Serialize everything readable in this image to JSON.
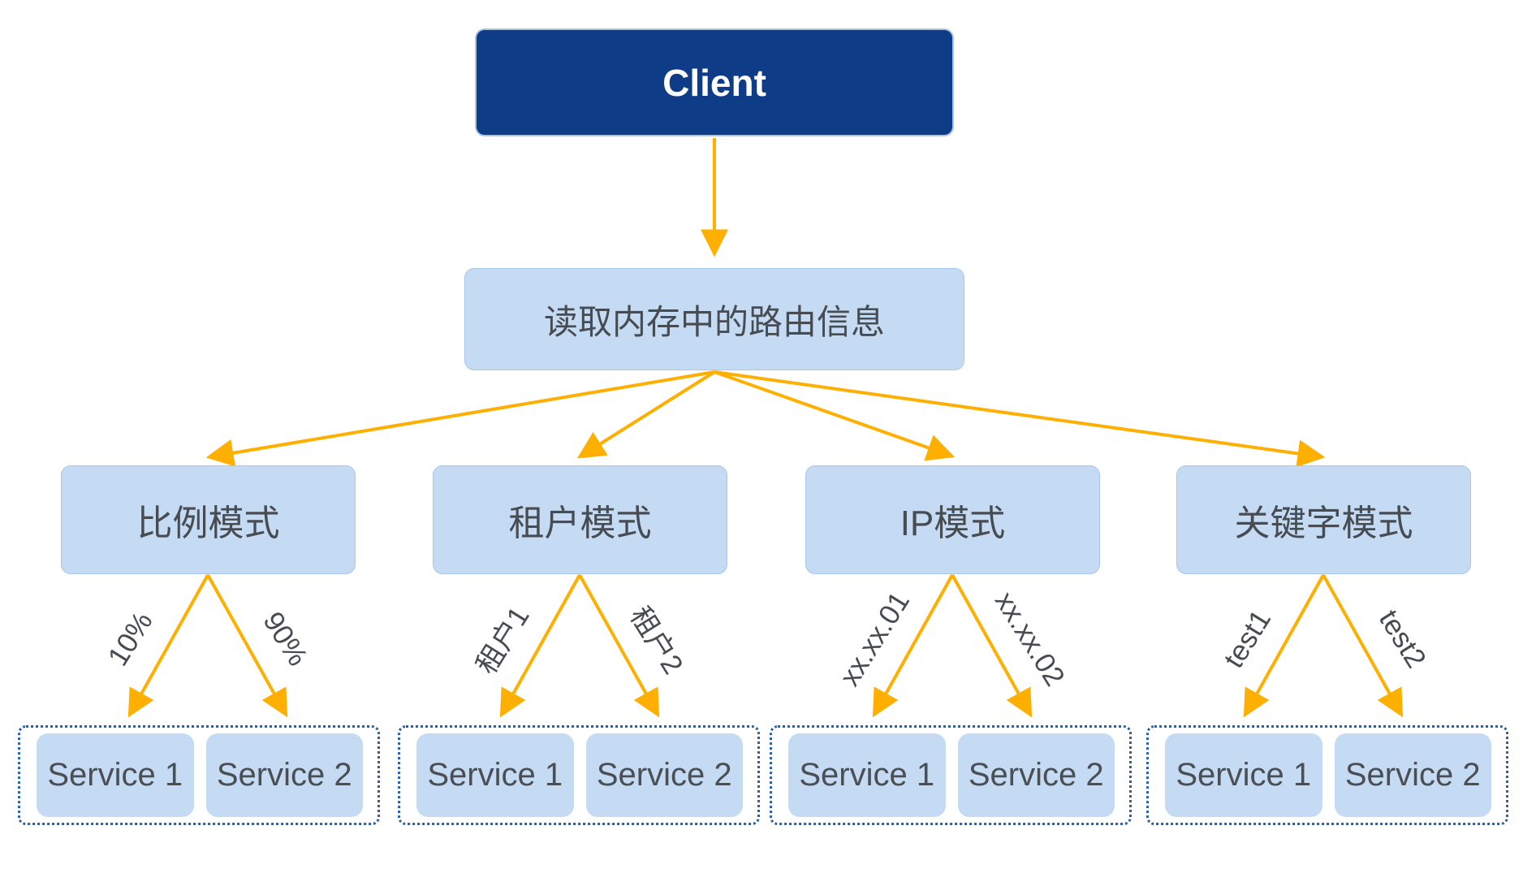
{
  "diagram": {
    "client": {
      "label": "Client"
    },
    "router": {
      "label": "读取内存中的路由信息"
    },
    "modes": [
      {
        "label": "比例模式",
        "edges": [
          "10%",
          "90%"
        ],
        "services": [
          "Service 1",
          "Service 2"
        ]
      },
      {
        "label": "租户模式",
        "edges": [
          "租户1",
          "租户2"
        ],
        "services": [
          "Service 1",
          "Service 2"
        ]
      },
      {
        "label": "IP模式",
        "edges": [
          "xx.xx.01",
          "xx.xx.02"
        ],
        "services": [
          "Service 1",
          "Service 2"
        ]
      },
      {
        "label": "关键字模式",
        "edges": [
          "test1",
          "test2"
        ],
        "services": [
          "Service 1",
          "Service 2"
        ]
      }
    ],
    "colors": {
      "client_bg": "#0e3c87",
      "node_bg": "#c5dbf3",
      "arrow": "#ffaf00",
      "group_border": "#2e5f9f",
      "text": "#474c53"
    }
  }
}
